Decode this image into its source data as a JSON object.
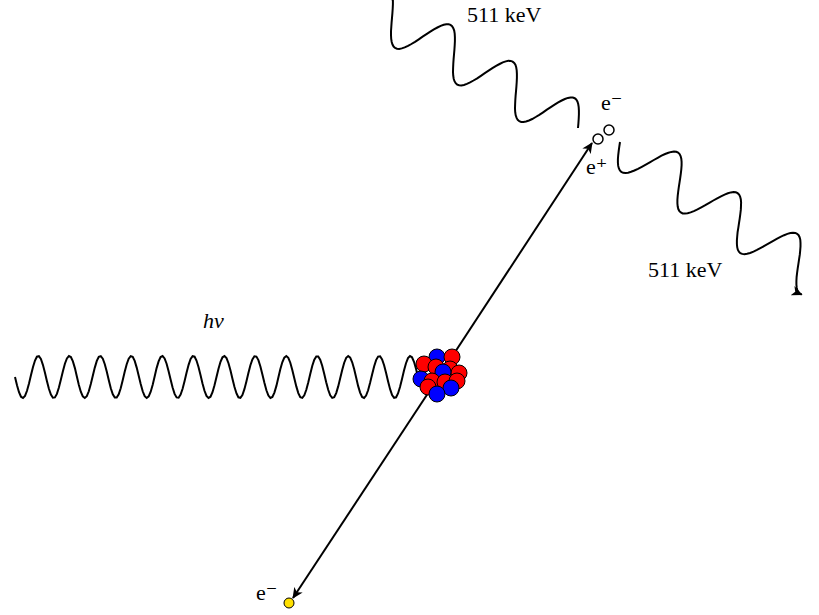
{
  "diagram": {
    "labels": [
      "511 keV",
      "e⁻",
      "e⁺",
      "511 keV",
      "hν",
      "e⁻"
    ]
  }
}
